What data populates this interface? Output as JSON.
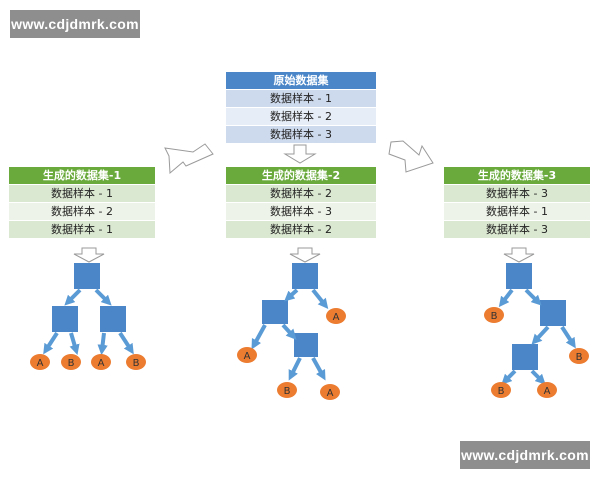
{
  "watermark": {
    "top": "www.cdjdmrk.com",
    "bottom": "www.cdjdmrk.com"
  },
  "original": {
    "title": "原始数据集",
    "rows": [
      "数据样本 - 1",
      "数据样本 - 2",
      "数据样本 - 3"
    ]
  },
  "generated": [
    {
      "title": "生成的数据集-1",
      "rows": [
        "数据样本 - 1",
        "数据样本 - 2",
        "数据样本 - 1"
      ]
    },
    {
      "title": "生成的数据集-2",
      "rows": [
        "数据样本 - 2",
        "数据样本 - 3",
        "数据样本 - 2"
      ]
    },
    {
      "title": "生成的数据集-3",
      "rows": [
        "数据样本 - 3",
        "数据样本 - 1",
        "数据样本 - 3"
      ]
    }
  ],
  "trees": [
    {
      "leaves": [
        "A",
        "B",
        "A",
        "B"
      ]
    },
    {
      "leaves": [
        "A",
        "A",
        "B",
        "A"
      ]
    },
    {
      "leaves": [
        "B",
        "B",
        "B",
        "A"
      ]
    }
  ],
  "colors": {
    "node": "#4a86c8",
    "leaf": "#ec7c30",
    "arrow": "#5b9bd5",
    "original_header": "#4a86c8",
    "generated_header": "#6aaa3d"
  }
}
